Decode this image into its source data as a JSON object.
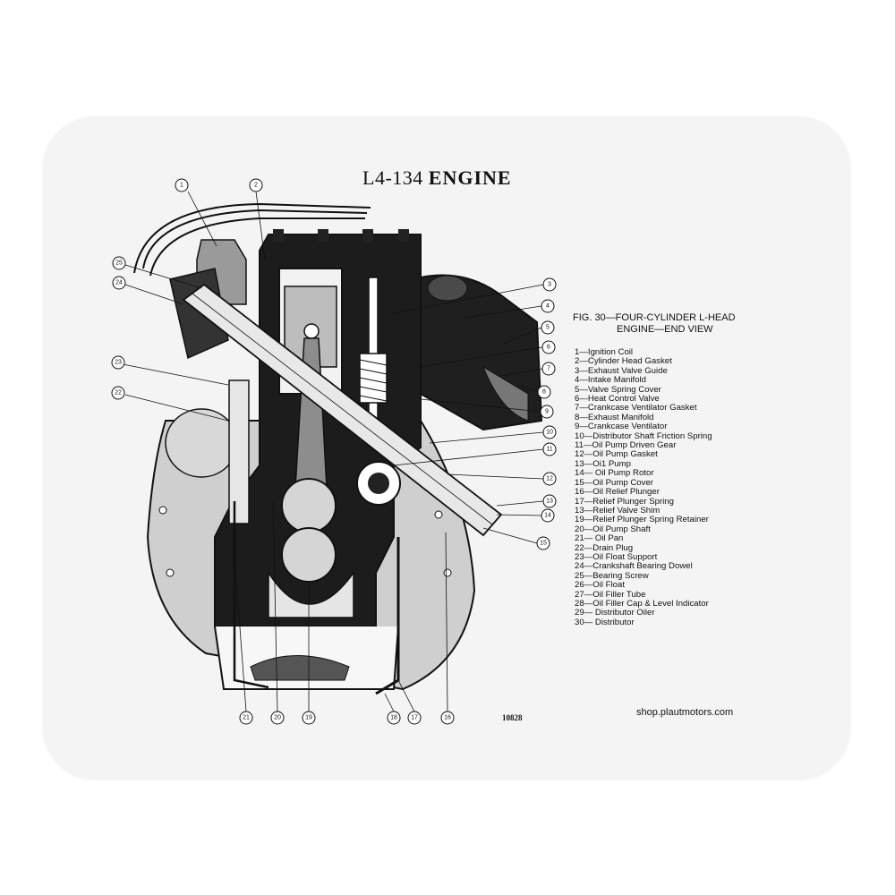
{
  "title": {
    "prefix": "L4-134",
    "main": "ENGINE"
  },
  "figure_caption": {
    "line1": "FIG. 30—FOUR-CYLINDER L-HEAD",
    "line2": "ENGINE—END VIEW"
  },
  "legend": [
    "1—Ignition Coil",
    "2—Cylinder Head Gasket",
    "3—Exhaust Valve Guide",
    "4—Intake Manifold",
    "5—Valve Spring Cover",
    "6—Heat Control Valve",
    "7—Crankcase Ventilator Gasket",
    "8—Exhaust Manifold",
    "9—Crankcase Ventilator",
    "10—Distributor Shaft Friction Spring",
    "11—Oil Pump Driven Gear",
    "12—Oil Pump Gasket",
    "13—Oi1 Pump",
    "14— Oil Pump Rotor",
    "15—Oil Pump Cover",
    "16—Oil Relief Plunger",
    "17—Relief Plunger Spring",
    "13—Relief Valve Shim",
    "19—Relief Plunger Spring Retainer",
    "20—Oil Pump Shaft",
    "21— Oil Pan",
    "22—Drain Plug",
    "23—Oil Float Support",
    "24—Crankshaft Bearing Dowel",
    "25—Bearing Screw",
    "26—Oil Float",
    "27—Oil Filler Tube",
    "28—Oil Filler Cap & Level Indicator",
    "29— Distributor Oiler",
    "30— Distributor"
  ],
  "callouts": {
    "c1": "1",
    "c2": "2",
    "c3": "3",
    "c4": "4",
    "c5": "5",
    "c6": "6",
    "c7": "7",
    "c8": "8",
    "c9": "9",
    "c10": "10",
    "c11": "11",
    "c12": "12",
    "c13": "13",
    "c14": "14",
    "c15": "15",
    "c16": "16",
    "c17": "17",
    "c18": "18",
    "c19": "19",
    "c20": "20",
    "c21": "21",
    "c22": "22",
    "c23": "23",
    "c24": "24",
    "c25": "25"
  },
  "drawing_number": "10828",
  "shop_url": "shop.plautmotors.com",
  "colors": {
    "mat": "#f4f4f4",
    "ink": "#111111",
    "casting": "#c9c9c9"
  }
}
